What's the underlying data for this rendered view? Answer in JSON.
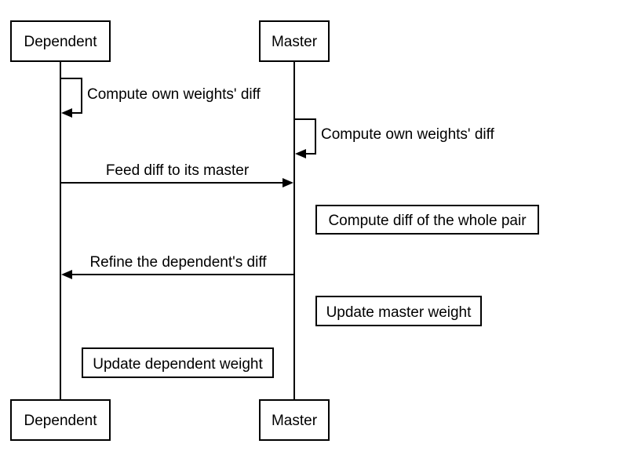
{
  "participants": {
    "dependent": "Dependent",
    "master": "Master"
  },
  "messages": {
    "dependent_self_diff": "Compute own weights' diff",
    "master_self_diff": "Compute own weights' diff",
    "feed_diff": "Feed diff to its master",
    "refine_diff": "Refine the dependent's diff"
  },
  "notes": {
    "whole_pair_diff": "Compute diff of the whole pair",
    "update_master": "Update master weight",
    "update_dependent": "Update dependent weight"
  }
}
